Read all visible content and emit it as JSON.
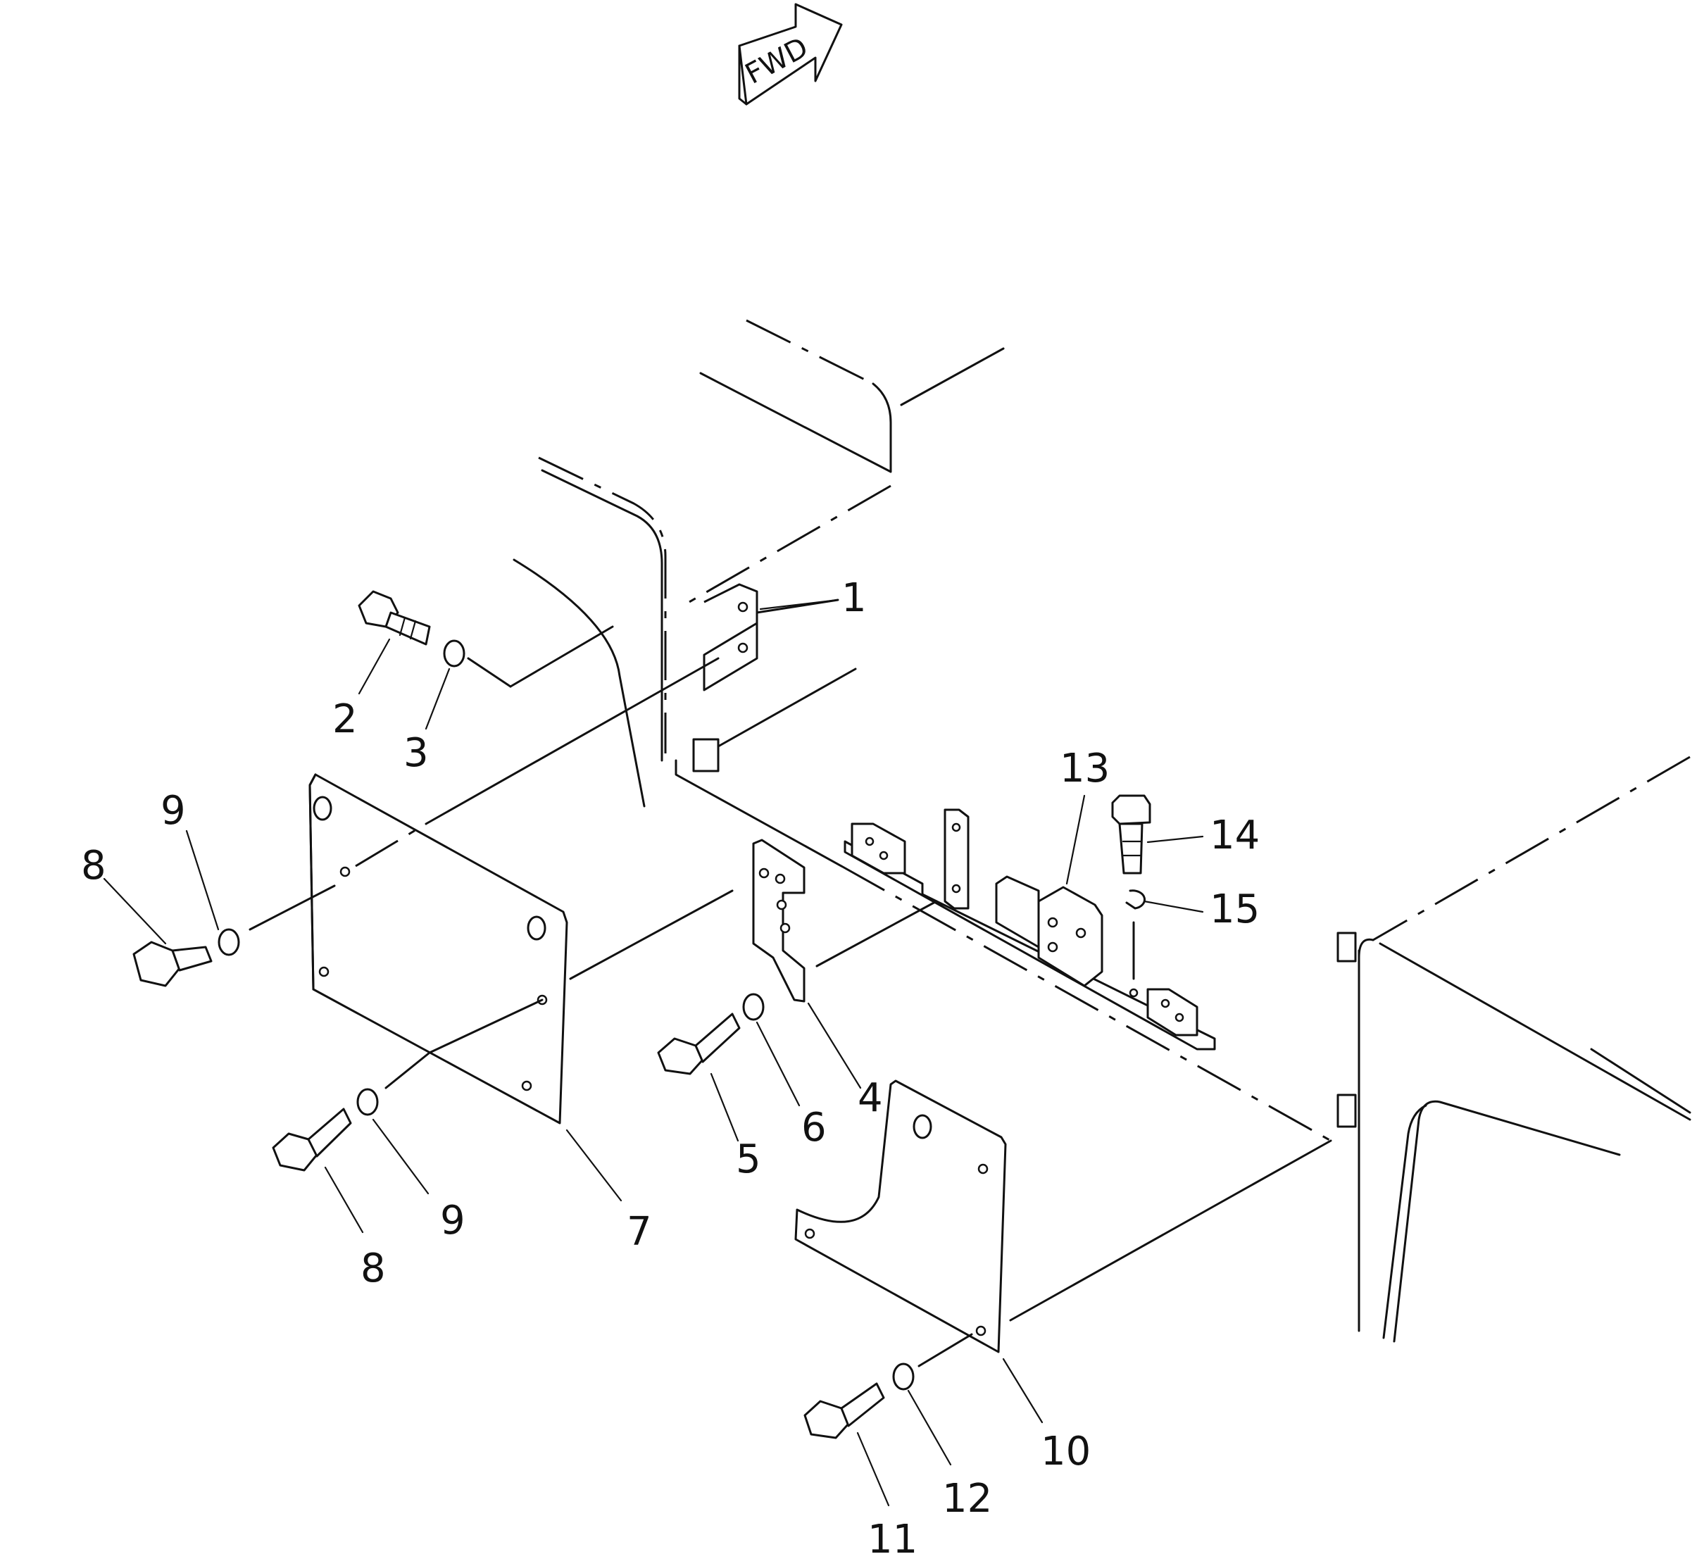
{
  "direction_label": "FWD",
  "callouts": {
    "c1": "1",
    "c2": "2",
    "c3": "3",
    "c4": "4",
    "c5": "5",
    "c6": "6",
    "c7": "7",
    "c8a": "8",
    "c8b": "8",
    "c9a": "9",
    "c9b": "9",
    "c10": "10",
    "c11": "11",
    "c12": "12",
    "c13": "13",
    "c14": "14",
    "c15": "15"
  }
}
